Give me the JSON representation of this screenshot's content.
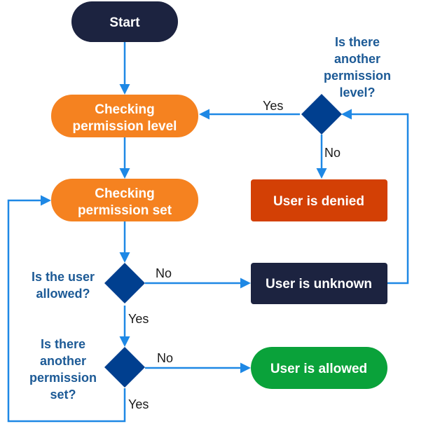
{
  "colors": {
    "dark_navy": "#1c2340",
    "orange": "#f58220",
    "red": "#d34005",
    "green": "#0aa23a",
    "diamond_blue": "#003f8f",
    "line_blue": "#1e88e5",
    "question_text": "#1c5a96",
    "edge_label_text": "#1a1a1a",
    "node_text": "#ffffff"
  },
  "nodes": {
    "start": {
      "label": "Start"
    },
    "checking_level": {
      "lines": [
        "Checking",
        "permission level"
      ]
    },
    "checking_set": {
      "lines": [
        "Checking",
        "permission set"
      ]
    },
    "user_denied": {
      "label": "User is denied"
    },
    "user_unknown": {
      "label": "User is unknown"
    },
    "user_allowed": {
      "label": "User is allowed"
    }
  },
  "questions": {
    "another_level": {
      "lines": [
        "Is there",
        "another",
        "permission",
        "level?"
      ]
    },
    "user_allowed_q": {
      "lines": [
        "Is the user",
        "allowed?"
      ]
    },
    "another_set": {
      "lines": [
        "Is there",
        "another",
        "permission",
        "set?"
      ]
    }
  },
  "edge_labels": {
    "level_yes": "Yes",
    "level_no": "No",
    "allowed_no": "No",
    "allowed_yes": "Yes",
    "set_no": "No",
    "set_yes": "Yes"
  }
}
